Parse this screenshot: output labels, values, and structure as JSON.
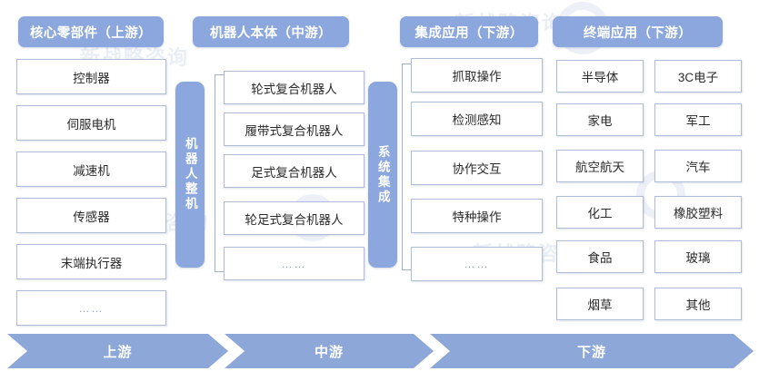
{
  "diagram": {
    "title_headers": [
      {
        "key": "upstream",
        "label": "核心零部件（上游）"
      },
      {
        "key": "midstream",
        "label": "机器人本体（中游）"
      },
      {
        "key": "integration",
        "label": "集成应用（下游）"
      },
      {
        "key": "terminal",
        "label": "终端应用（下游）"
      }
    ],
    "vertical_labels": [
      {
        "key": "robot-whole",
        "label": "机器人整机"
      },
      {
        "key": "system-integration",
        "label": "系统集成"
      }
    ],
    "upstream_items": [
      "控制器",
      "伺服电机",
      "减速机",
      "传感器",
      "末端执行器",
      "……"
    ],
    "midstream_items": [
      "轮式复合机器人",
      "履带式复合机器人",
      "足式复合机器人",
      "轮足式复合机器人",
      "……"
    ],
    "integration_items": [
      "抓取操作",
      "检测感知",
      "协作交互",
      "特种操作",
      "……"
    ],
    "terminal_items_col1": [
      "半导体",
      "家电",
      "航空航天",
      "化工",
      "食品",
      "烟草"
    ],
    "terminal_items_col2": [
      "3C电子",
      "军工",
      "汽车",
      "橡胶塑料",
      "玻璃",
      "其他"
    ],
    "flow_stages": [
      "上游",
      "中游",
      "下游"
    ],
    "colors": {
      "header_blue": "#8ca7dd",
      "band_blue": "#8ca7d8",
      "box_border": "#aebcd8",
      "text_dark": "#2b2b2b",
      "dots_gray": "#8e9bb4"
    },
    "watermark_text": "新战略咨询"
  }
}
